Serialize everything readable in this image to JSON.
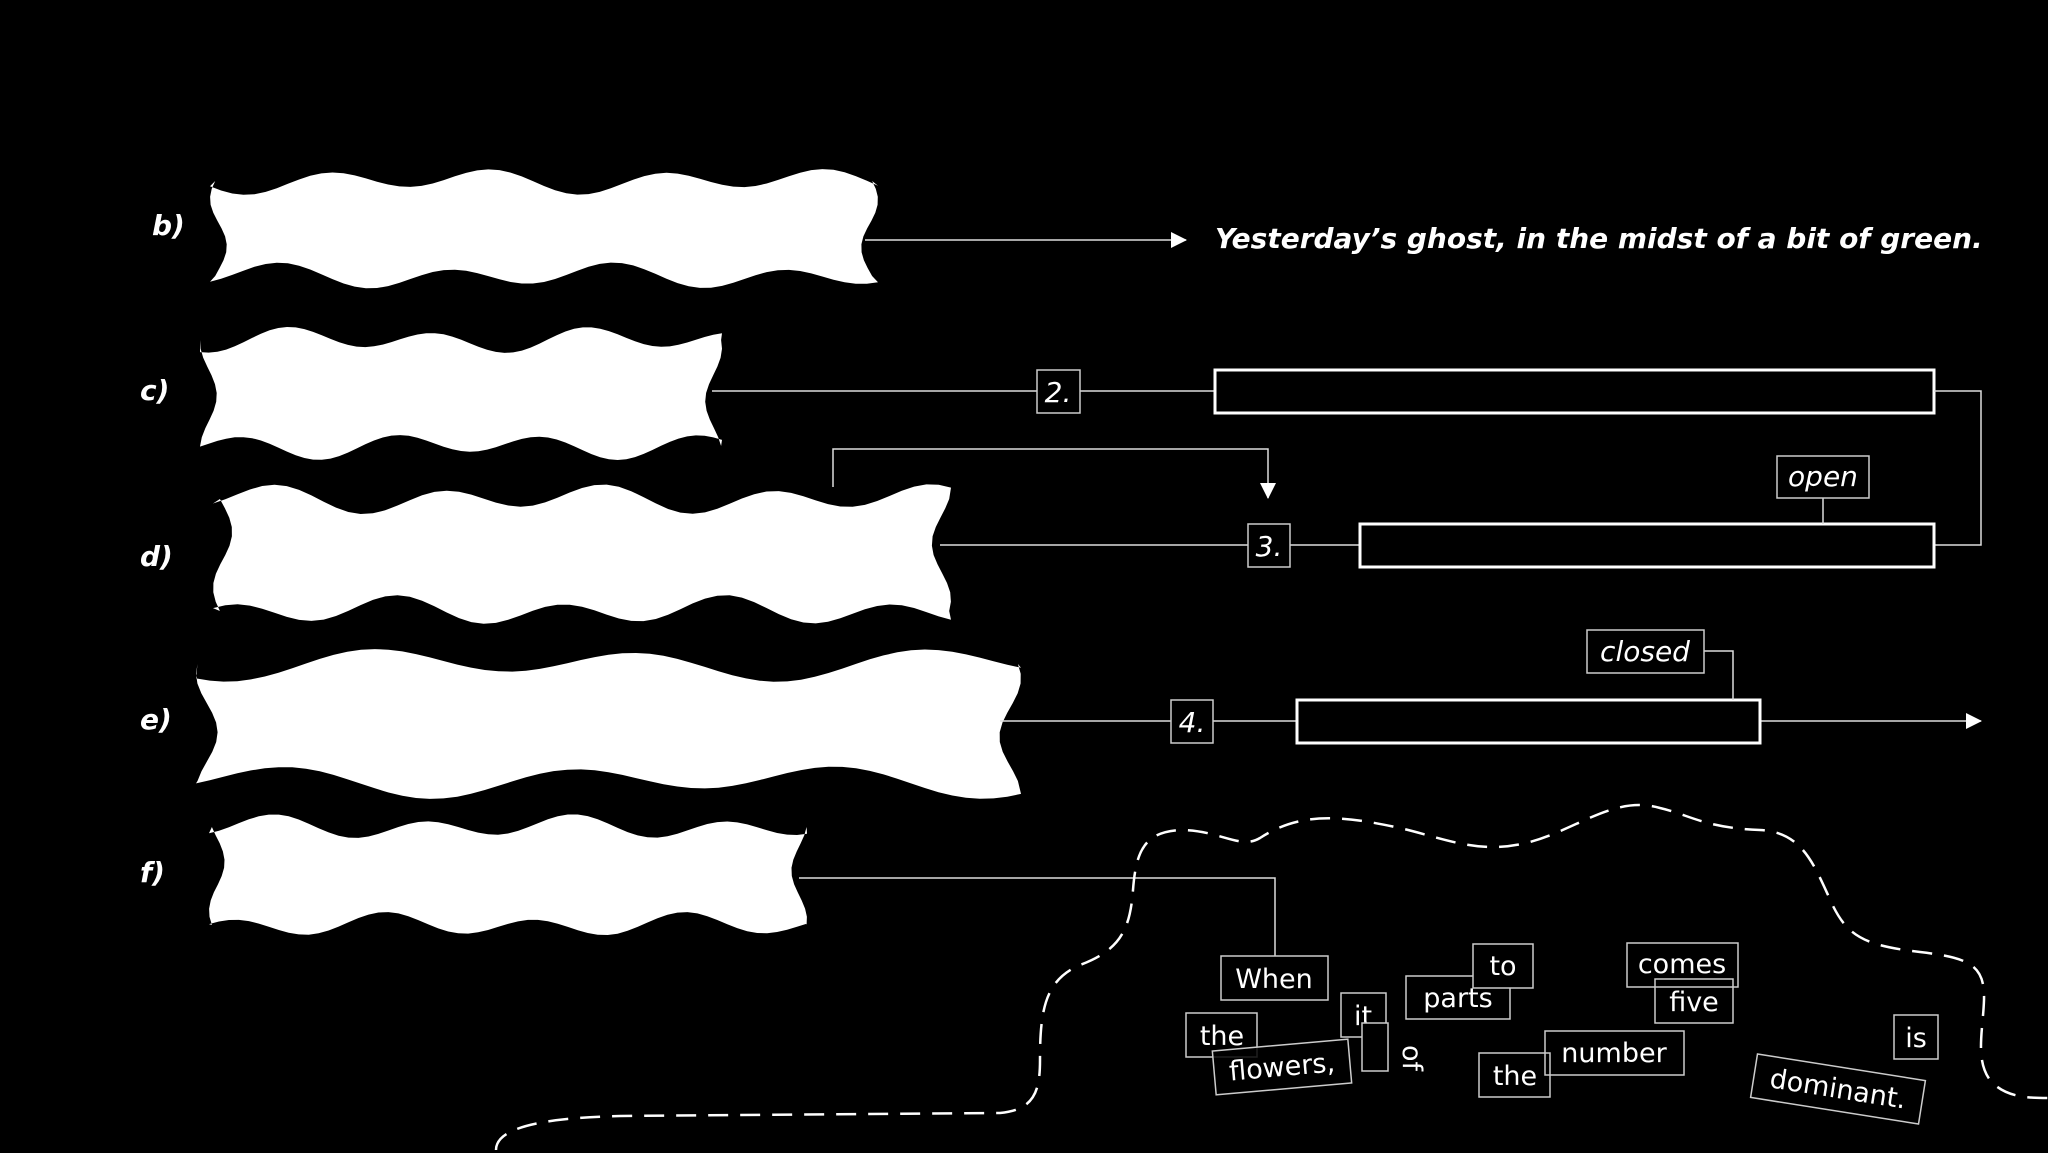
{
  "rows": [
    {
      "label": "b)",
      "result": "Yesterday’s ghost, in the midst of a bit of green."
    },
    {
      "label": "c)",
      "step": "2."
    },
    {
      "label": "d)",
      "step": "3.",
      "tag": "open"
    },
    {
      "label": "e)",
      "step": "4.",
      "tag": "closed"
    },
    {
      "label": "f)"
    }
  ],
  "words": {
    "w_when": "When",
    "w_it": "it",
    "w_parts": "parts",
    "w_to": "to",
    "w_comes": "comes",
    "w_five": "five",
    "w_the1": "the",
    "w_flowers": "flowers,",
    "w_of": "of",
    "w_the2": "the",
    "w_number": "number",
    "w_is": "is",
    "w_dominant": "dominant."
  },
  "colors": {
    "background": "#000000",
    "foreground": "#ffffff"
  }
}
